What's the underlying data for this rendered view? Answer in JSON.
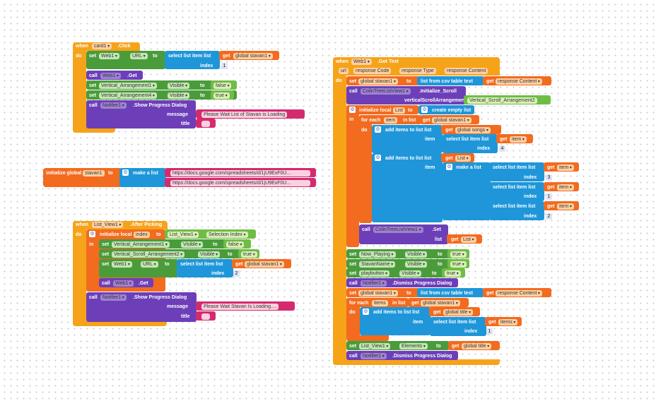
{
  "canvas": {
    "dot_color": "#c9c9c9",
    "background": "#ffffff"
  },
  "colors": {
    "event": "#f6a31a",
    "setter": "#4a9c3b",
    "list": "#1e96d9",
    "call": "#6c3fb8",
    "variable": "#f26b1f",
    "text": "#d42b6e",
    "logic": "#6fbd45"
  },
  "b1": {
    "when": "when",
    "comp": "card1",
    "event": ".Click",
    "do": "do",
    "set": "set",
    "web": "Web1",
    "url": "URL",
    "to": "to",
    "select": "select list item  list",
    "get": "get",
    "var": "global stavan1",
    "index": "index",
    "n1": "1",
    "call": "call",
    "get_m": ".Get",
    "va1": "Vertical_Arrangement1",
    "visible": "Visible",
    "false": "false",
    "va4": "Vertical_Arrangement4",
    "true": "true",
    "notifier": "Notifier1",
    "show": ".Show Progress Dialog",
    "message": "message",
    "msg": "Please Wait List of Stavan is Loading",
    "title": "title"
  },
  "b2": {
    "init": "initialize global",
    "name": "stavan1",
    "to": "to",
    "make": "make a list",
    "url1": "https://docs.google.com/spreadsheets/d/1jU9ExF0U...",
    "url2": "https://docs.google.com/spreadsheets/d/1jU9ExF0U..."
  },
  "b3": {
    "when": "when",
    "comp": "List_View1",
    "event": ".After Picking",
    "do": "do",
    "init_local": "initialize local",
    "var": "index",
    "to": "to",
    "lv": "List_View1",
    "sel": "Selection Index",
    "in": "in",
    "set": "set",
    "va1": "Vertical_Arrangement1",
    "visible": "Visible",
    "false": "false",
    "vsa2": "Vertical_Scroll_Arrangement2",
    "true": "true",
    "web": "Web1",
    "url": "URL",
    "select": "select list item  list",
    "get": "get",
    "gvar": "global stavan1",
    "index": "index",
    "n2": "2",
    "call": "call",
    "get_m": ".Get",
    "notifier": "Notifier1",
    "show": ".Show Progress Dialog",
    "message": "message",
    "msg": "Please Wait Stavan Is Loading....",
    "title": "title"
  },
  "b4": {
    "when": "when",
    "comp": "Web1",
    "event": ".Got Text",
    "params": [
      "url",
      "response Code",
      "response Type",
      "response Content"
    ],
    "do": "do",
    "set": "set",
    "to": "to",
    "get": "get",
    "call": "call",
    "gvar": "global stavan1",
    "csv": "list from csv table  text",
    "content": "response Content",
    "tree": "ColinTreeListView1",
    "init_scroll": ".Initialize_Scroll",
    "vsa_label": "verticalScrollArrangement",
    "vsa2": "Vertical_Scroll_Arrangement2",
    "init_local": "initialize local",
    "list_var": "List",
    "create": "create empty list",
    "in": "in",
    "for_each": "for each",
    "item": "item",
    "in_list": "in list",
    "add_items": "add items to list  list",
    "songs": "global songs",
    "item_label": "item",
    "select": "select list item  list",
    "index": "index",
    "n4": "4",
    "list": "List",
    "make": "make a list",
    "n3": "3",
    "n1": "1",
    "n2": "2",
    "tree_set": ".Set",
    "list_label": "list",
    "now_playing": "Now_Playing",
    "visible": "Visible",
    "true": "true",
    "stavan_name": "StavanName",
    "playbutton": "playbutton",
    "notifier": "Notifier1",
    "dismiss": ".Dismiss Progress Dialog",
    "items": "items",
    "gtitle": "global title",
    "lv": "List_View1",
    "elements": "Elements"
  }
}
